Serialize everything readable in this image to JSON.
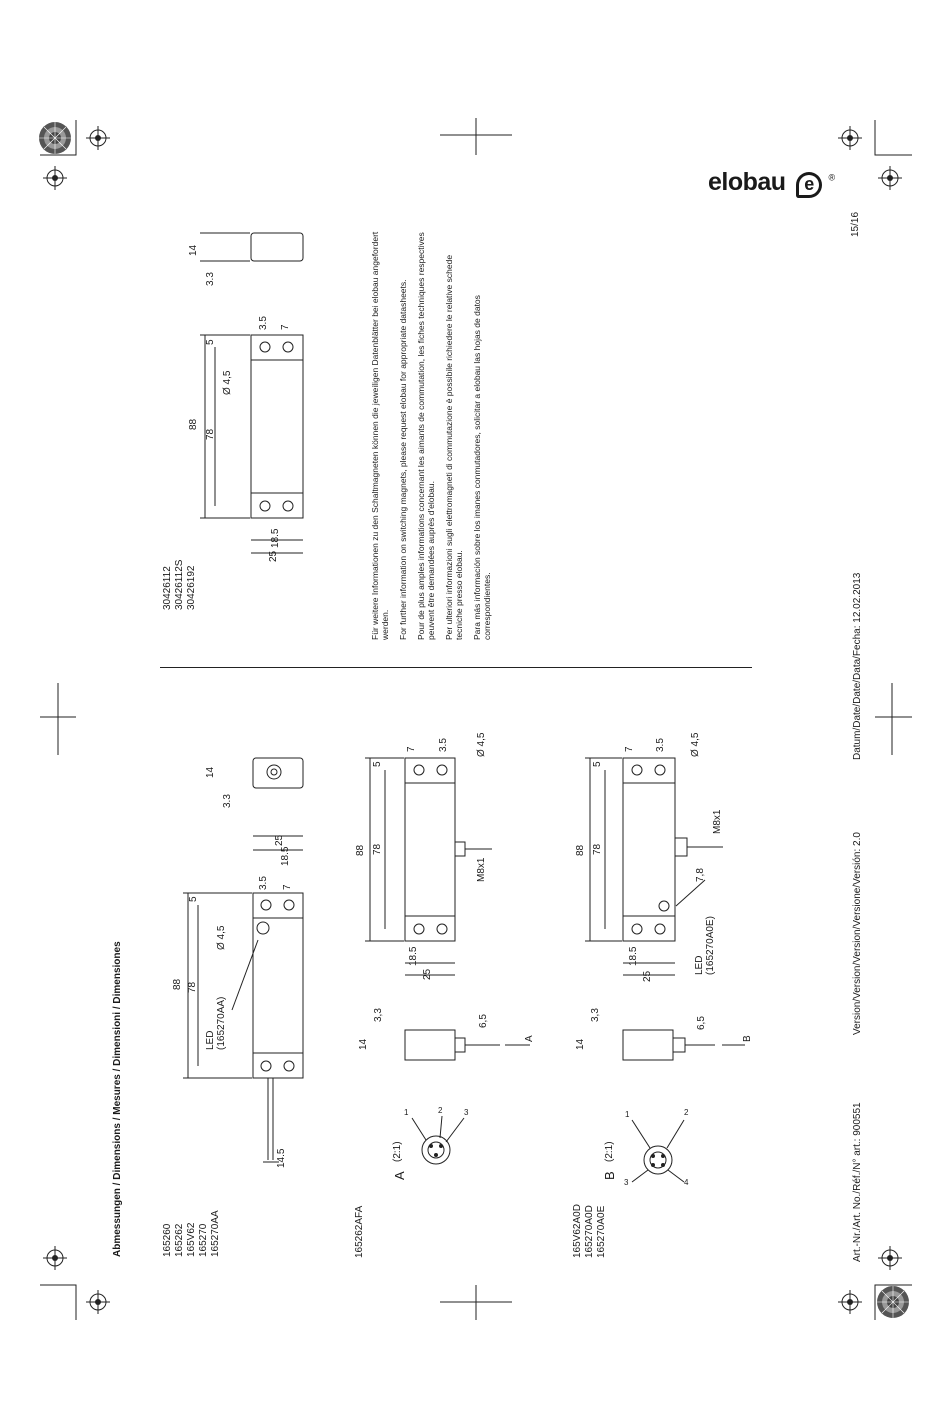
{
  "brand": {
    "name": "elobau",
    "mark": "e",
    "registered": "®"
  },
  "page_number": "15/16",
  "title": "Abmessungen / Dimensions / Mesures / Dimensioni / Dimensiones",
  "groups": {
    "g1": [
      "165260",
      "165262",
      "165V62",
      "165270",
      "165270AA"
    ],
    "g2": [
      "16526​2AFA"
    ],
    "g3": [
      "165V62A0D",
      "165270A0D",
      "165270A0E"
    ],
    "g4": [
      "30426112",
      "30426112S",
      "30426192"
    ]
  },
  "info_texts": [
    "Für weitere Informationen zu den Schaltmagneten können die jeweiligen Datenblätter bei elobau angefordert werden.",
    "For further information on switching magnets, please request elobau for appropriate datasheets.",
    "Pour de plus amples informations concernant les aimants de commutation, les fiches techniques respectives peuvent être demandées auprès d'elobau.",
    "Per ulteriori informazioni sugli elettromagneti di commutazione è possibile richiedere le relative schede tecniche presso elobau.",
    "Para más información sobre los imanes conmutadores, solicitar a elobau las hojas de datos correspondientes."
  ],
  "footer": {
    "art_no": "Art.-Nr./Art. No./Réf./N° art.: 900551",
    "version": "Version/Version/Version/Versione/Versión: 2.0",
    "date": "Datum/Date/Date/Data/Fecha: 12.02.2013"
  },
  "dims": {
    "d88": "88",
    "d78": "78",
    "d5": "5",
    "d3_5": "3.5",
    "d7": "7",
    "d4_5": "Ø 4,5",
    "d18_5": "18.5",
    "d25": "25",
    "d14": "14",
    "d3_3": "3.3",
    "d3_3c": "3,3",
    "d6_5": "6,5",
    "d14_5": "14.5",
    "d7_8": "7,8",
    "m8": "M8x1"
  },
  "labels": {
    "led_aa": "LED\n(165270AA)",
    "led_a0e": "LED\n(165270A0E)",
    "a": "A",
    "b": "B",
    "scale": "(2:1)"
  },
  "pins_a": [
    "1",
    "2",
    "3"
  ],
  "pins_b": [
    "1",
    "2",
    "3",
    "4"
  ]
}
